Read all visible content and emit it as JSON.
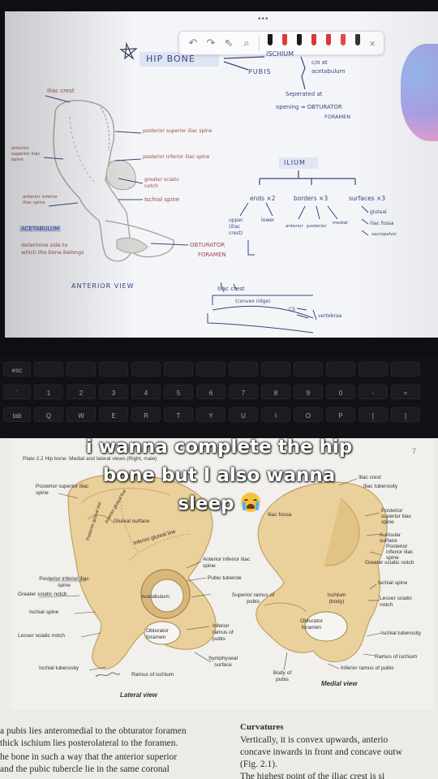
{
  "caption": {
    "line1": "i wanna complete the hip",
    "line2": "bone but I also wanna",
    "line3": "sleep"
  },
  "toolbar": {
    "undo": "↶",
    "redo": "↷",
    "select": "⇖",
    "search": "⌕",
    "close": "×",
    "pen_colors": [
      "#1a1a1a",
      "#e03a3a",
      "#1a1a1a",
      "#d63a3a",
      "#d63a3a",
      "#e04a4a",
      "#333333"
    ]
  },
  "notes": {
    "hip_bone": "HIP BONE",
    "ischium": "ISCHIUM",
    "pubis": "PUBIS",
    "at_acetabulum": "c/o at acetabulum",
    "seperated": "Seperated at",
    "opening": "opening ⇒ OBTURATOR",
    "foramen": "FORAMEN",
    "iliac_crest": "Iliac crest",
    "post_sup": "posterior superior iliac spine",
    "post_inf": "posterior inferior iliac spine",
    "greater_sciatic": "greater sciatic notch",
    "ischial_spine": "Ischial spine",
    "ant_sup": "anterior superior iliac spine",
    "ant_inf": "anterior inferior iliac spine",
    "acetabulum": "ACETABULUM",
    "side": "determine side to which the bone belongs",
    "anterior_view": "ANTERIOR VIEW",
    "obturator": "OBTURATOR",
    "obturator_foramen": "FORAMEN",
    "ilium": "ILIUM",
    "ends": "ends ×2",
    "borders": "borders ×3",
    "surfaces": "surfaces ×3",
    "upper": "upper (iliac crest)",
    "lower": "lower",
    "anterior": "anterior",
    "posterior": "posterior",
    "medial": "medial",
    "gluteal": "gluteal",
    "iliac_fossa": "iliac fossa",
    "sacropelvic": "sacropelvic",
    "iliac_crest2": "Iliac crest",
    "convex": "(convex ridge)",
    "cs": "CS",
    "vertebrae": "vertebrae"
  },
  "keyboard": {
    "row1": [
      "esc",
      "",
      "",
      "",
      "",
      "",
      "",
      "",
      "",
      "",
      "",
      "",
      ""
    ],
    "row2": [
      "`",
      "1",
      "2",
      "3",
      "4",
      "5",
      "6",
      "7",
      "8",
      "9",
      "0",
      "-",
      "="
    ],
    "row3": [
      "tab",
      "Q",
      "W",
      "E",
      "R",
      "T",
      "Y",
      "U",
      "I",
      "O",
      "P",
      "[",
      "]"
    ]
  },
  "book": {
    "plate": "Plate 2.2  Hip bone: Medial and lateral views (Right, male)",
    "page_number": "7",
    "labels_left": {
      "post_sup": "Posterior superior iliac spine",
      "gluteal_surface": "Gluteal surface",
      "inf_gluteal": "Inferior gluteal line",
      "ant_gluteal": "Anterior gluteal line",
      "post_gluteal": "Posterior gluteal line",
      "ant_inf": "Anterior inferior iliac spine",
      "post_inf": "Posterior inferior iliac spine",
      "greater_sciatic": "Greater sciatic notch",
      "pubic_tubercle": "Pubic tubercle",
      "acetabulum": "Acetabulum",
      "superior_ramus": "Superior ramus of pubis",
      "ischial_spine": "Ischial spine",
      "lesser_sciatic": "Lesser sciatic notch",
      "obturator": "Obturator foramen",
      "inferior_ramus": "Inferior ramus of pubis",
      "symphyseal": "Symphyseal surface",
      "ischial_tub": "Ischial tuberosity",
      "ramus_ischium": "Ramus of ischium",
      "lateral_view": "Lateral view"
    },
    "labels_right": {
      "iliac_crest": "Iliac crest",
      "iliac_tuberosity": "Iliac tuberosity",
      "iliac_fossa": "Iliac fossa",
      "post_sup": "Posterior superior iliac spine",
      "auricular": "Auricular surface",
      "post_inf": "Posterior inferior iliac spine",
      "greater_sciatic": "Greater sciatic notch",
      "ischial_spine": "Ischial spine",
      "ischium_body": "Ischium (body)",
      "lesser_sciatic": "Lesser sciatic notch",
      "obturator": "Obturator foramen",
      "ischial_tub": "Ischial tuberosity",
      "ramus_ischium": "Ramus of ischium",
      "inf_ramus": "Inferior ramus of pubis",
      "body_pubis": "Body of pubis",
      "medial_view": "Medial view"
    },
    "text_left": [
      "a pubis lies anteromedial to the obturator foramen",
      "thick ischium lies posterolateral to the foramen.",
      "he bone in such a way that the anterior superior",
      "and the pubic tubercle lie in the same coronal"
    ],
    "curvatures_heading": "Curvatures",
    "text_right": [
      "Vertically, it is convex upwards, anterio",
      "concave inwards in front and concave outw",
      "(Fig. 2.1).",
      "The highest point of the iliac crest is si"
    ]
  },
  "colors": {
    "bone": "#e9cf94",
    "bone_shadow": "#c9a865",
    "ink_blue": "#3a4580",
    "paper": "#ecebe6"
  }
}
